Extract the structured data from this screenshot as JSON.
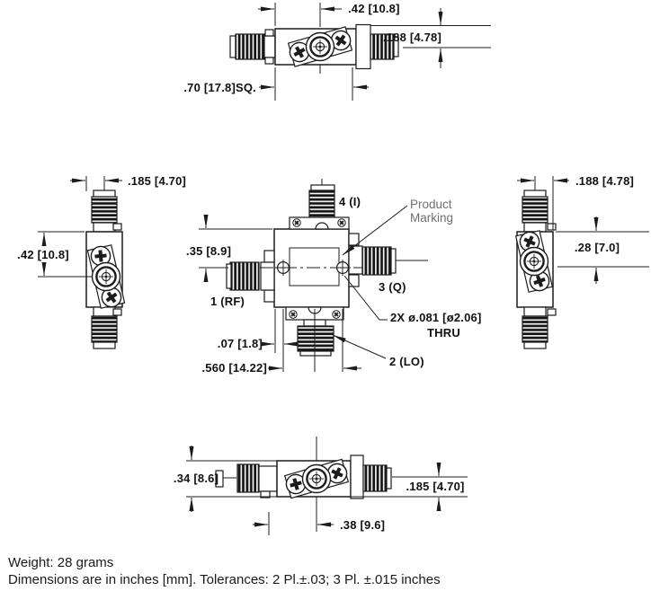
{
  "colors": {
    "line": "#1c1c1c",
    "dim_text": "#111111",
    "marking_text": "#6d7073"
  },
  "top_view": {
    "width": ".42 [10.8]",
    "offset": ".188 [4.78]",
    "square": ".70 [17.8]SQ."
  },
  "left_view": {
    "offset": ".185 [4.70]",
    "height": ".42 [10.8]"
  },
  "right_view": {
    "offset": ".188 [4.78]",
    "height": ".28 [7.0]"
  },
  "front_view": {
    "offset_top": ".35 [8.9]",
    "port_i": "4 (I)",
    "port_rf": "1 (RF)",
    "port_q": "3 (Q)",
    "port_lo": "2 (LO)",
    "marking1": "Product",
    "marking2": "Marking",
    "holes1": "2X ø.081 [ø2.06]",
    "holes2": "THRU",
    "hole_edge": ".07 [1.8]",
    "hole_span": ".560 [14.22]"
  },
  "bottom_view": {
    "height": ".34 [8.6]",
    "offset": ".185 [4.70]",
    "width": ".38 [9.6]"
  },
  "footer": {
    "weight": "Weight: 28 grams",
    "tolerances": "Dimensions are in inches [mm]. Tolerances: 2 Pl.±.03; 3 Pl. ±.015 inches"
  }
}
